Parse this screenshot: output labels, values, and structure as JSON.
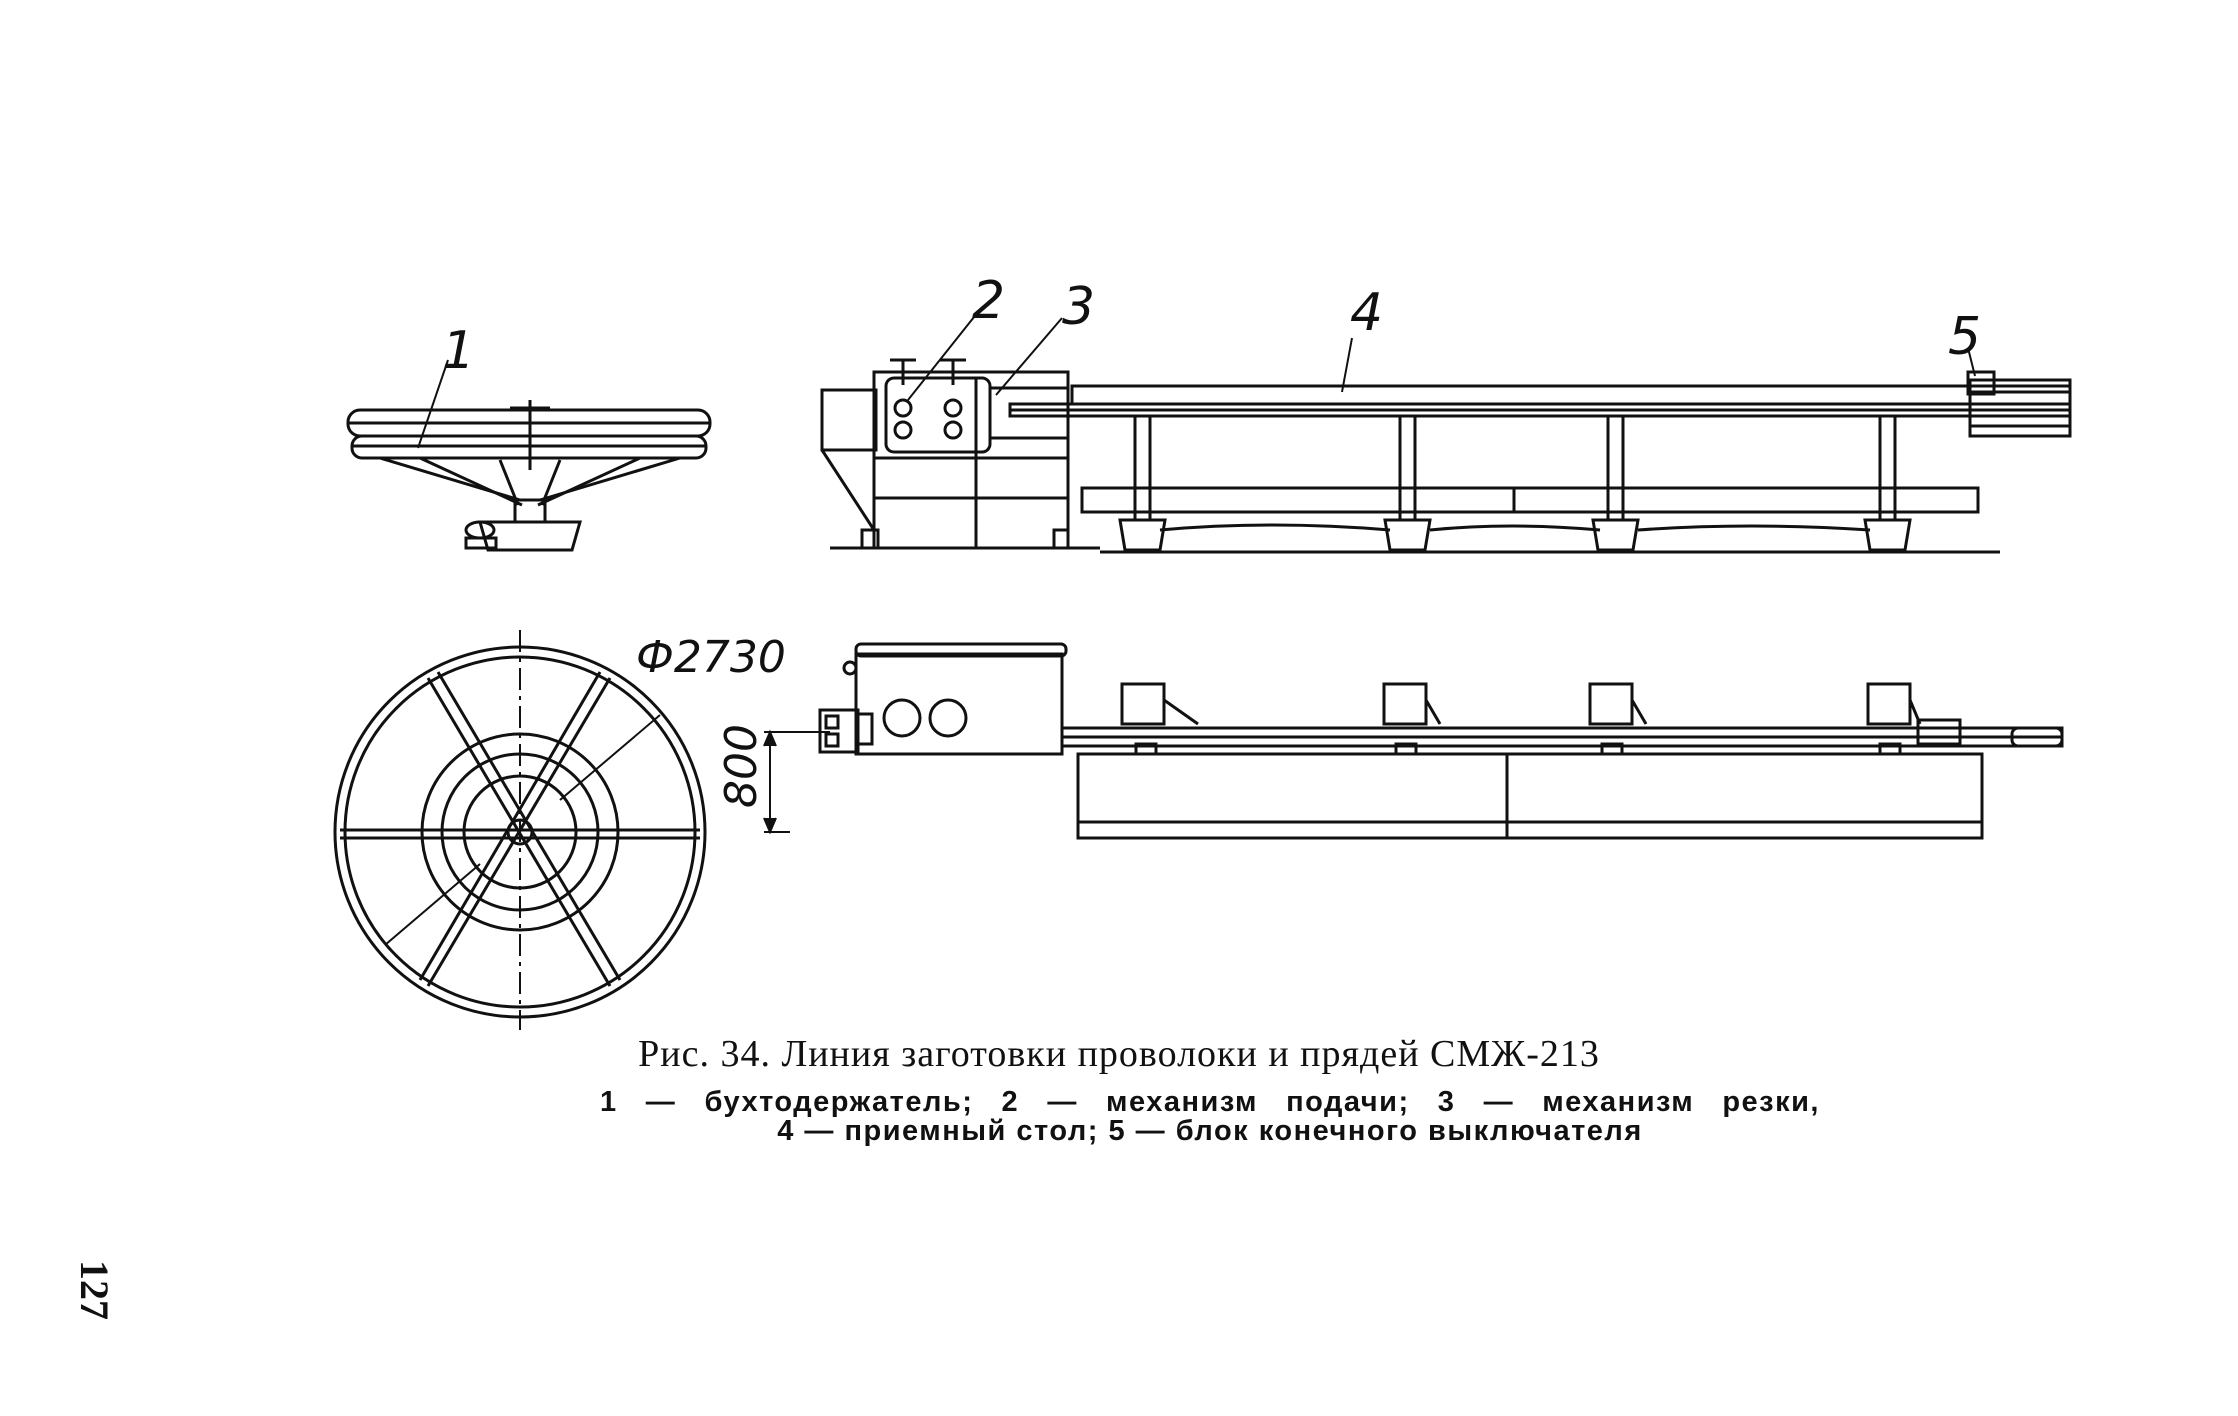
{
  "figure": {
    "title": "Рис. 34. Линия заготовки проволоки и прядей СМЖ-213",
    "legend_line1": "1 — бухтодержатель; 2 — механизм подачи; 3 — механизм резки,",
    "legend_line2": "4 — приемный стол; 5 — блок конечного выключателя",
    "callouts": [
      "1",
      "2",
      "3",
      "4",
      "5"
    ],
    "dimensions": {
      "diameter": "Ф2730",
      "offset": "800"
    }
  },
  "page": {
    "number": "127"
  }
}
